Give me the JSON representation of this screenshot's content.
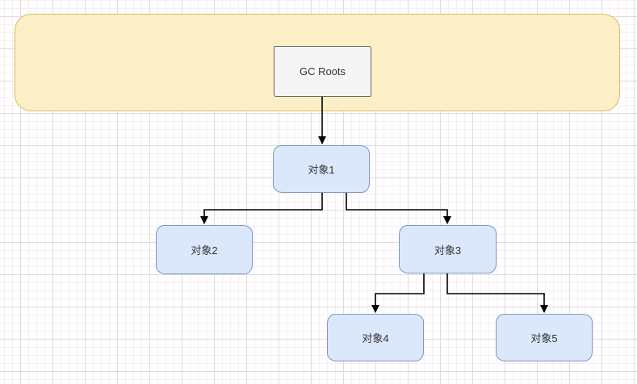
{
  "diagram": {
    "type": "flow-diagram",
    "canvas": {
      "background_color": "#ffffff",
      "grid_major_color": "#dcdcdf",
      "grid_minor_color": "#f6eef4"
    },
    "regions": {
      "gc_root_area": {
        "fill": "#fcefc7",
        "stroke": "#d9bb62"
      }
    },
    "nodes": {
      "gc_roots": {
        "label": "GC Roots",
        "fill": "#f5f5f5",
        "stroke": "#666666",
        "text_color": "#333333"
      },
      "obj1": {
        "label": "对象1",
        "fill": "#dbe8fb",
        "stroke": "#7e96bf",
        "text_color": "#333333"
      },
      "obj2": {
        "label": "对象2",
        "fill": "#dbe8fb",
        "stroke": "#7e96bf",
        "text_color": "#333333"
      },
      "obj3": {
        "label": "对象3",
        "fill": "#dbe8fb",
        "stroke": "#7e96bf",
        "text_color": "#333333"
      },
      "obj4": {
        "label": "对象4",
        "fill": "#dbe8fb",
        "stroke": "#7e96bf",
        "text_color": "#333333"
      },
      "obj5": {
        "label": "对象5",
        "fill": "#dbe8fb",
        "stroke": "#7e96bf",
        "text_color": "#333333"
      }
    },
    "edges": [
      {
        "from": "gc_roots",
        "to": "obj1"
      },
      {
        "from": "obj1",
        "to": "obj2"
      },
      {
        "from": "obj1",
        "to": "obj3"
      },
      {
        "from": "obj3",
        "to": "obj4"
      },
      {
        "from": "obj3",
        "to": "obj5"
      }
    ],
    "edge_color": "#000000"
  }
}
